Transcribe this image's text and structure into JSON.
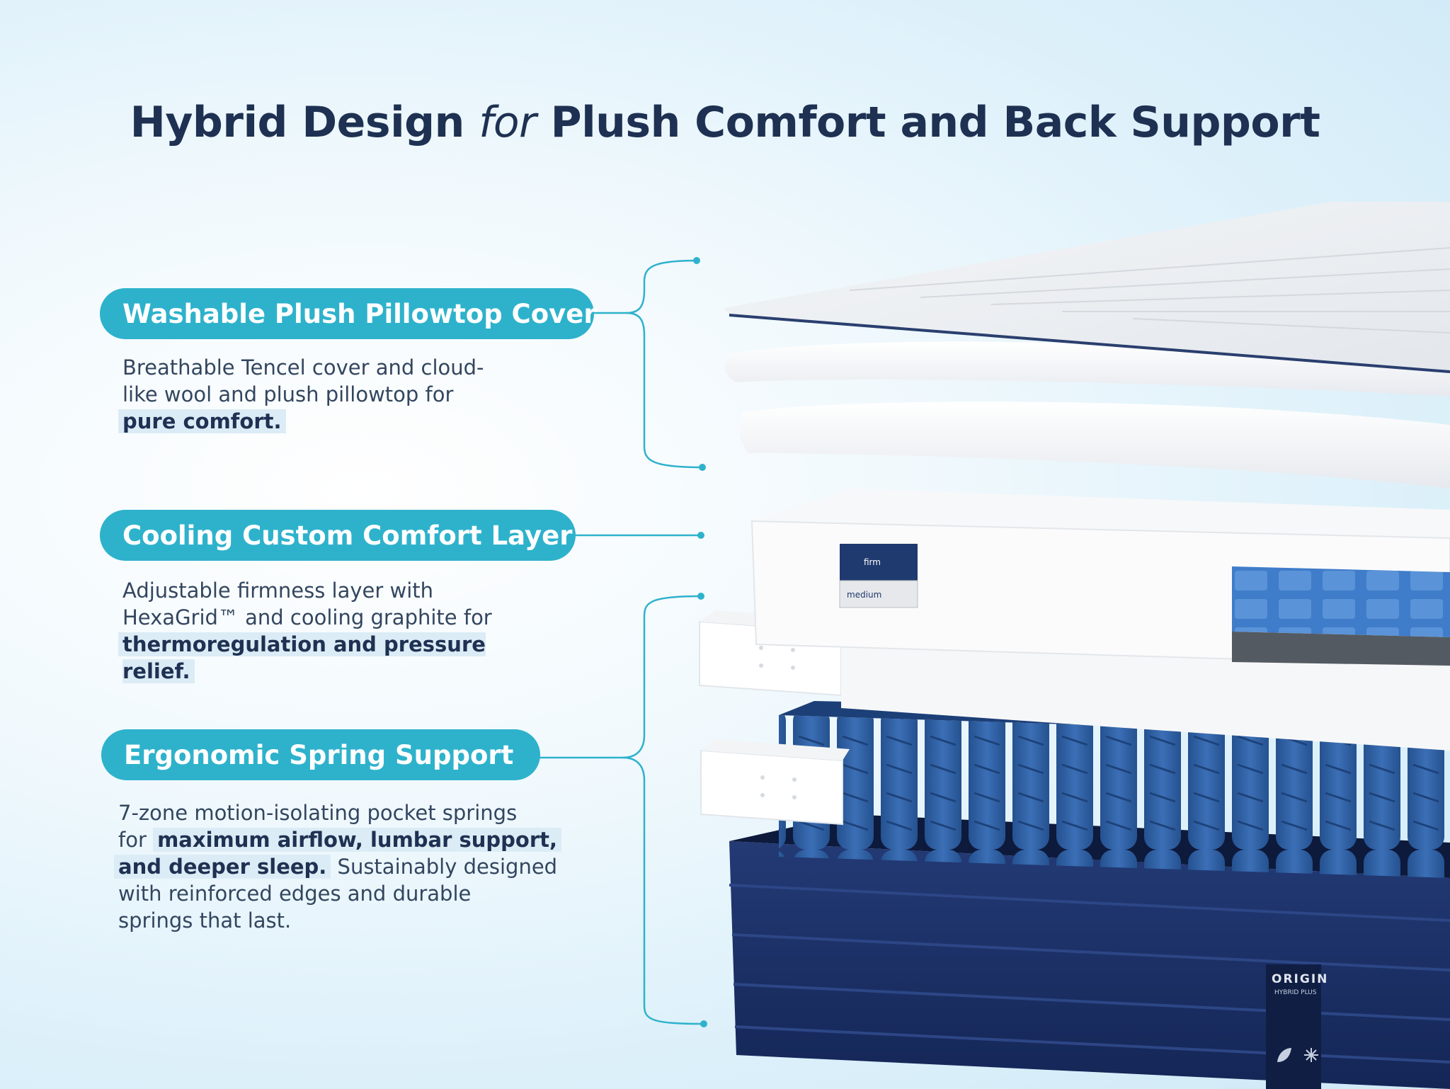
{
  "title": {
    "part1": "Hybrid Design",
    "italic": "for",
    "part2": "Plush Comfort and Back Support"
  },
  "features": [
    {
      "label": "Washable Plush Pillowtop Cover",
      "desc_lines": [
        "Breathable Tencel cover and cloud-",
        "like wool and plush pillowtop for"
      ],
      "desc_bold": "pure comfort."
    },
    {
      "label": "Cooling Custom Comfort Layer",
      "desc_lines": [
        "Adjustable firmness layer with",
        "HexaGrid™ and cooling graphite for"
      ],
      "desc_bold": "thermoregulation and pressure relief."
    },
    {
      "label": "Ergonomic Spring Support",
      "desc_pre": "7-zone motion-isolating pocket springs",
      "desc_for": "for",
      "desc_bold1": "maximum airflow, lumbar support,",
      "desc_bold2": "and deeper sleep.",
      "desc_rest1": "Sustainably designed",
      "desc_rest2": "with reinforced edges and durable",
      "desc_rest3": "springs that last."
    }
  ],
  "layer_tags": {
    "top": "firm",
    "bottom": "medium"
  },
  "brand": {
    "name": "ORIGIN",
    "model": "HYBRID PLUS"
  },
  "colors": {
    "accent": "#2eb2cc",
    "title": "#1e3152",
    "navy": "#1b2f63",
    "spring_blue": "#2f5fa3",
    "highlight": "#dcecf6"
  },
  "icons": [
    "bracket-connector-icon",
    "snowflake-icon",
    "leaf-icon",
    "spring-icon"
  ]
}
